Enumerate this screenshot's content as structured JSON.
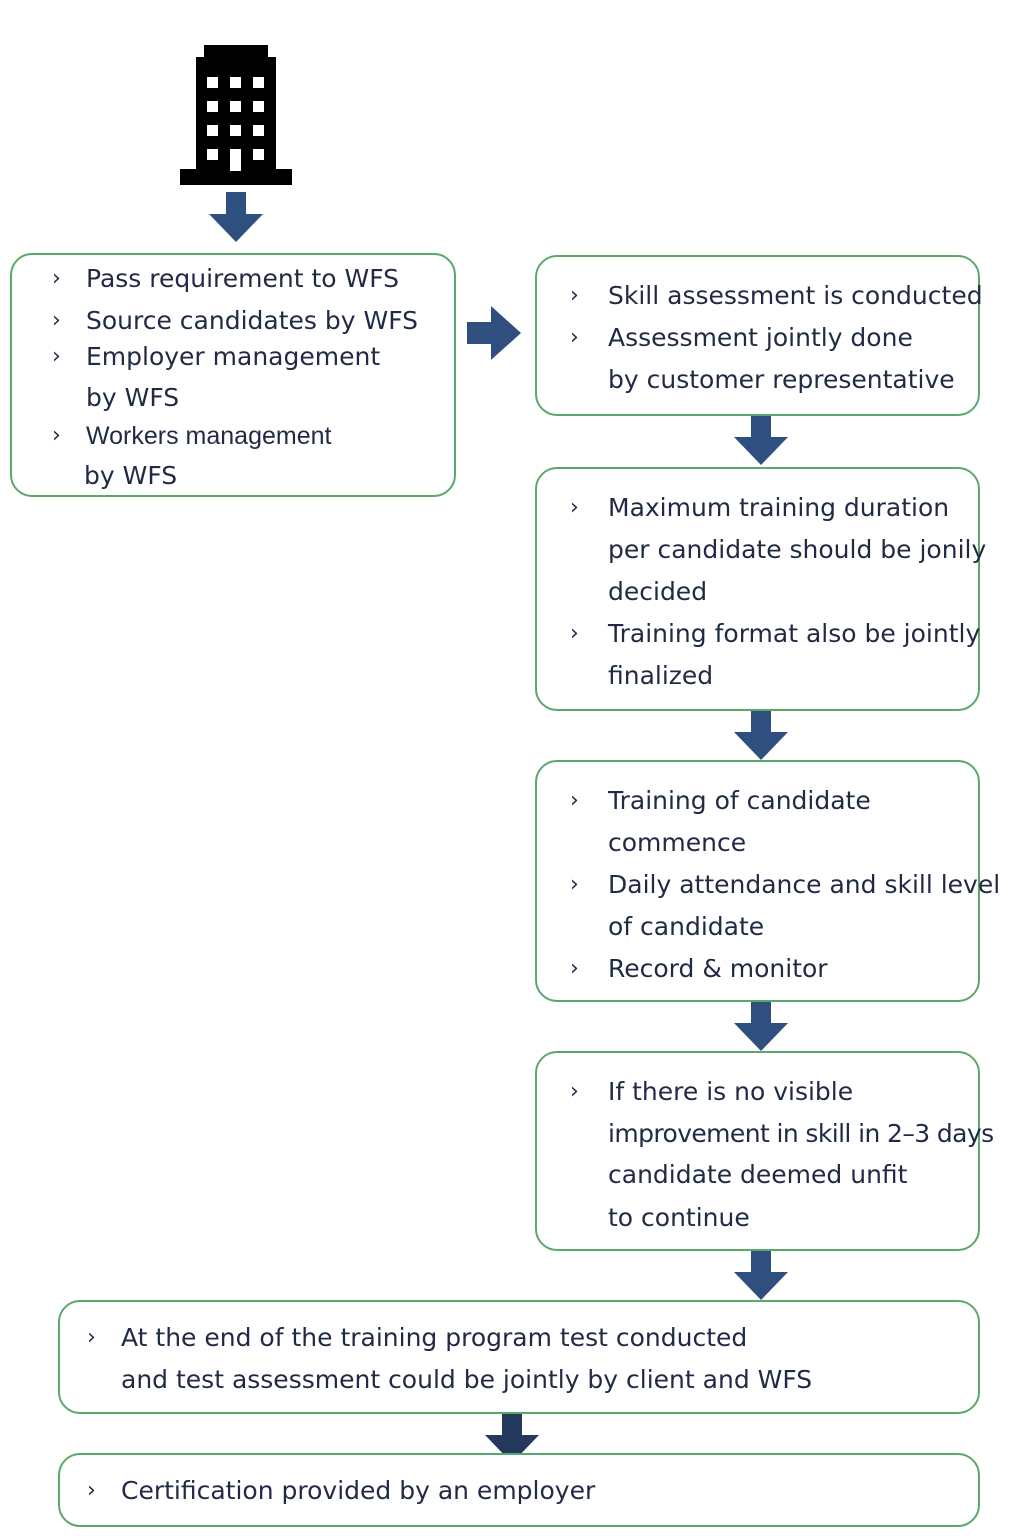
{
  "colors": {
    "box_border": "#5aa86b",
    "arrow": "#2f4f7f",
    "arrow_dark": "#23395d",
    "text": "#1f2a44",
    "icon": "#000000"
  },
  "icons": {
    "building": "building-icon",
    "bullet": "chevron-right-icon",
    "arrow_down": "arrow-down-icon",
    "arrow_right": "arrow-right-icon"
  },
  "bullet_glyph": "›",
  "box1": {
    "items": [
      {
        "lines": [
          "Pass requirement to WFS"
        ]
      },
      {
        "lines": [
          "Source candidates by WFS"
        ]
      },
      {
        "lines": [
          "Employer management",
          "by WFS"
        ]
      },
      {
        "lines": [
          "Workers  management",
          "by WFS"
        ]
      }
    ]
  },
  "box2": {
    "items": [
      {
        "lines": [
          "Skill assessment is conducted"
        ]
      },
      {
        "lines": [
          "Assessment jointly done",
          "by customer representative"
        ]
      }
    ]
  },
  "box3": {
    "items": [
      {
        "lines": [
          "Maximum training duration",
          "per candidate should be jonily",
          "decided"
        ]
      },
      {
        "lines": [
          "Training format also be jointly",
          "finalized"
        ]
      }
    ]
  },
  "box4": {
    "items": [
      {
        "lines": [
          "Training of candidate",
          "commence"
        ]
      },
      {
        "lines": [
          "Daily attendance and skill level",
          "of candidate"
        ]
      },
      {
        "lines": [
          "Record & monitor"
        ]
      }
    ]
  },
  "box5": {
    "items": [
      {
        "lines": [
          "If there is no visible",
          "improvement in skill in 2–3 days",
          "candidate deemed unfit",
          "to continue"
        ]
      }
    ]
  },
  "box6": {
    "items": [
      {
        "lines": [
          "At the end of the training program test conducted",
          "and test assessment could be jointly by client and WFS"
        ]
      }
    ]
  },
  "box7": {
    "items": [
      {
        "lines": [
          "Certification provided by an employer"
        ]
      }
    ]
  }
}
